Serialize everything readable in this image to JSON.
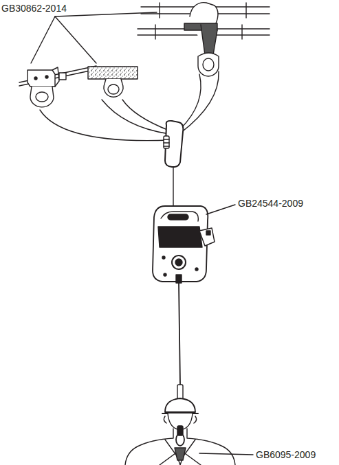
{
  "diagram": {
    "labels": [
      "GB30862-2014",
      "GB24544-2009",
      "GB6095-2009"
    ]
  }
}
